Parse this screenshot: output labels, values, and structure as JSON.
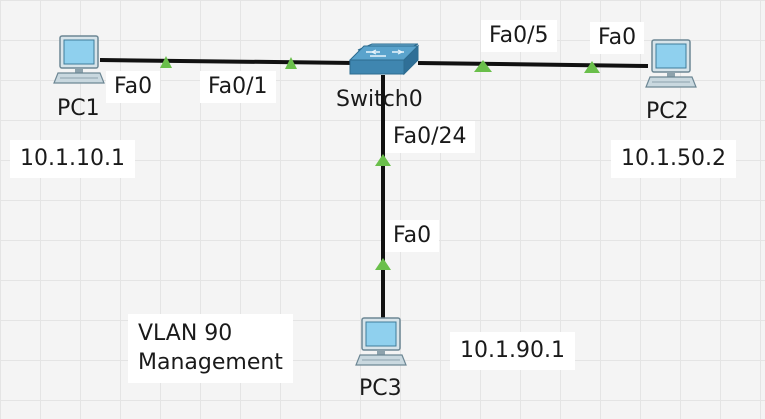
{
  "devices": {
    "pc1": {
      "name": "PC1",
      "ip": "10.1.10.1"
    },
    "pc2": {
      "name": "PC2",
      "ip": "10.1.50.2"
    },
    "pc3": {
      "name": "PC3",
      "ip": "10.1.90.1"
    },
    "switch0": {
      "name": "Switch0"
    }
  },
  "ports": {
    "pc1_fa0": "Fa0",
    "sw_fa0_1": "Fa0/1",
    "sw_fa0_5": "Fa0/5",
    "pc2_fa0": "Fa0",
    "sw_fa0_24": "Fa0/24",
    "pc3_fa0": "Fa0"
  },
  "notes": {
    "vlan_line1": "VLAN 90",
    "vlan_line2": "Management"
  },
  "colors": {
    "link": "#111111",
    "link_up": "#6abf4b",
    "switch": "#4a90b8",
    "pc_screen": "#8fd0ee"
  }
}
